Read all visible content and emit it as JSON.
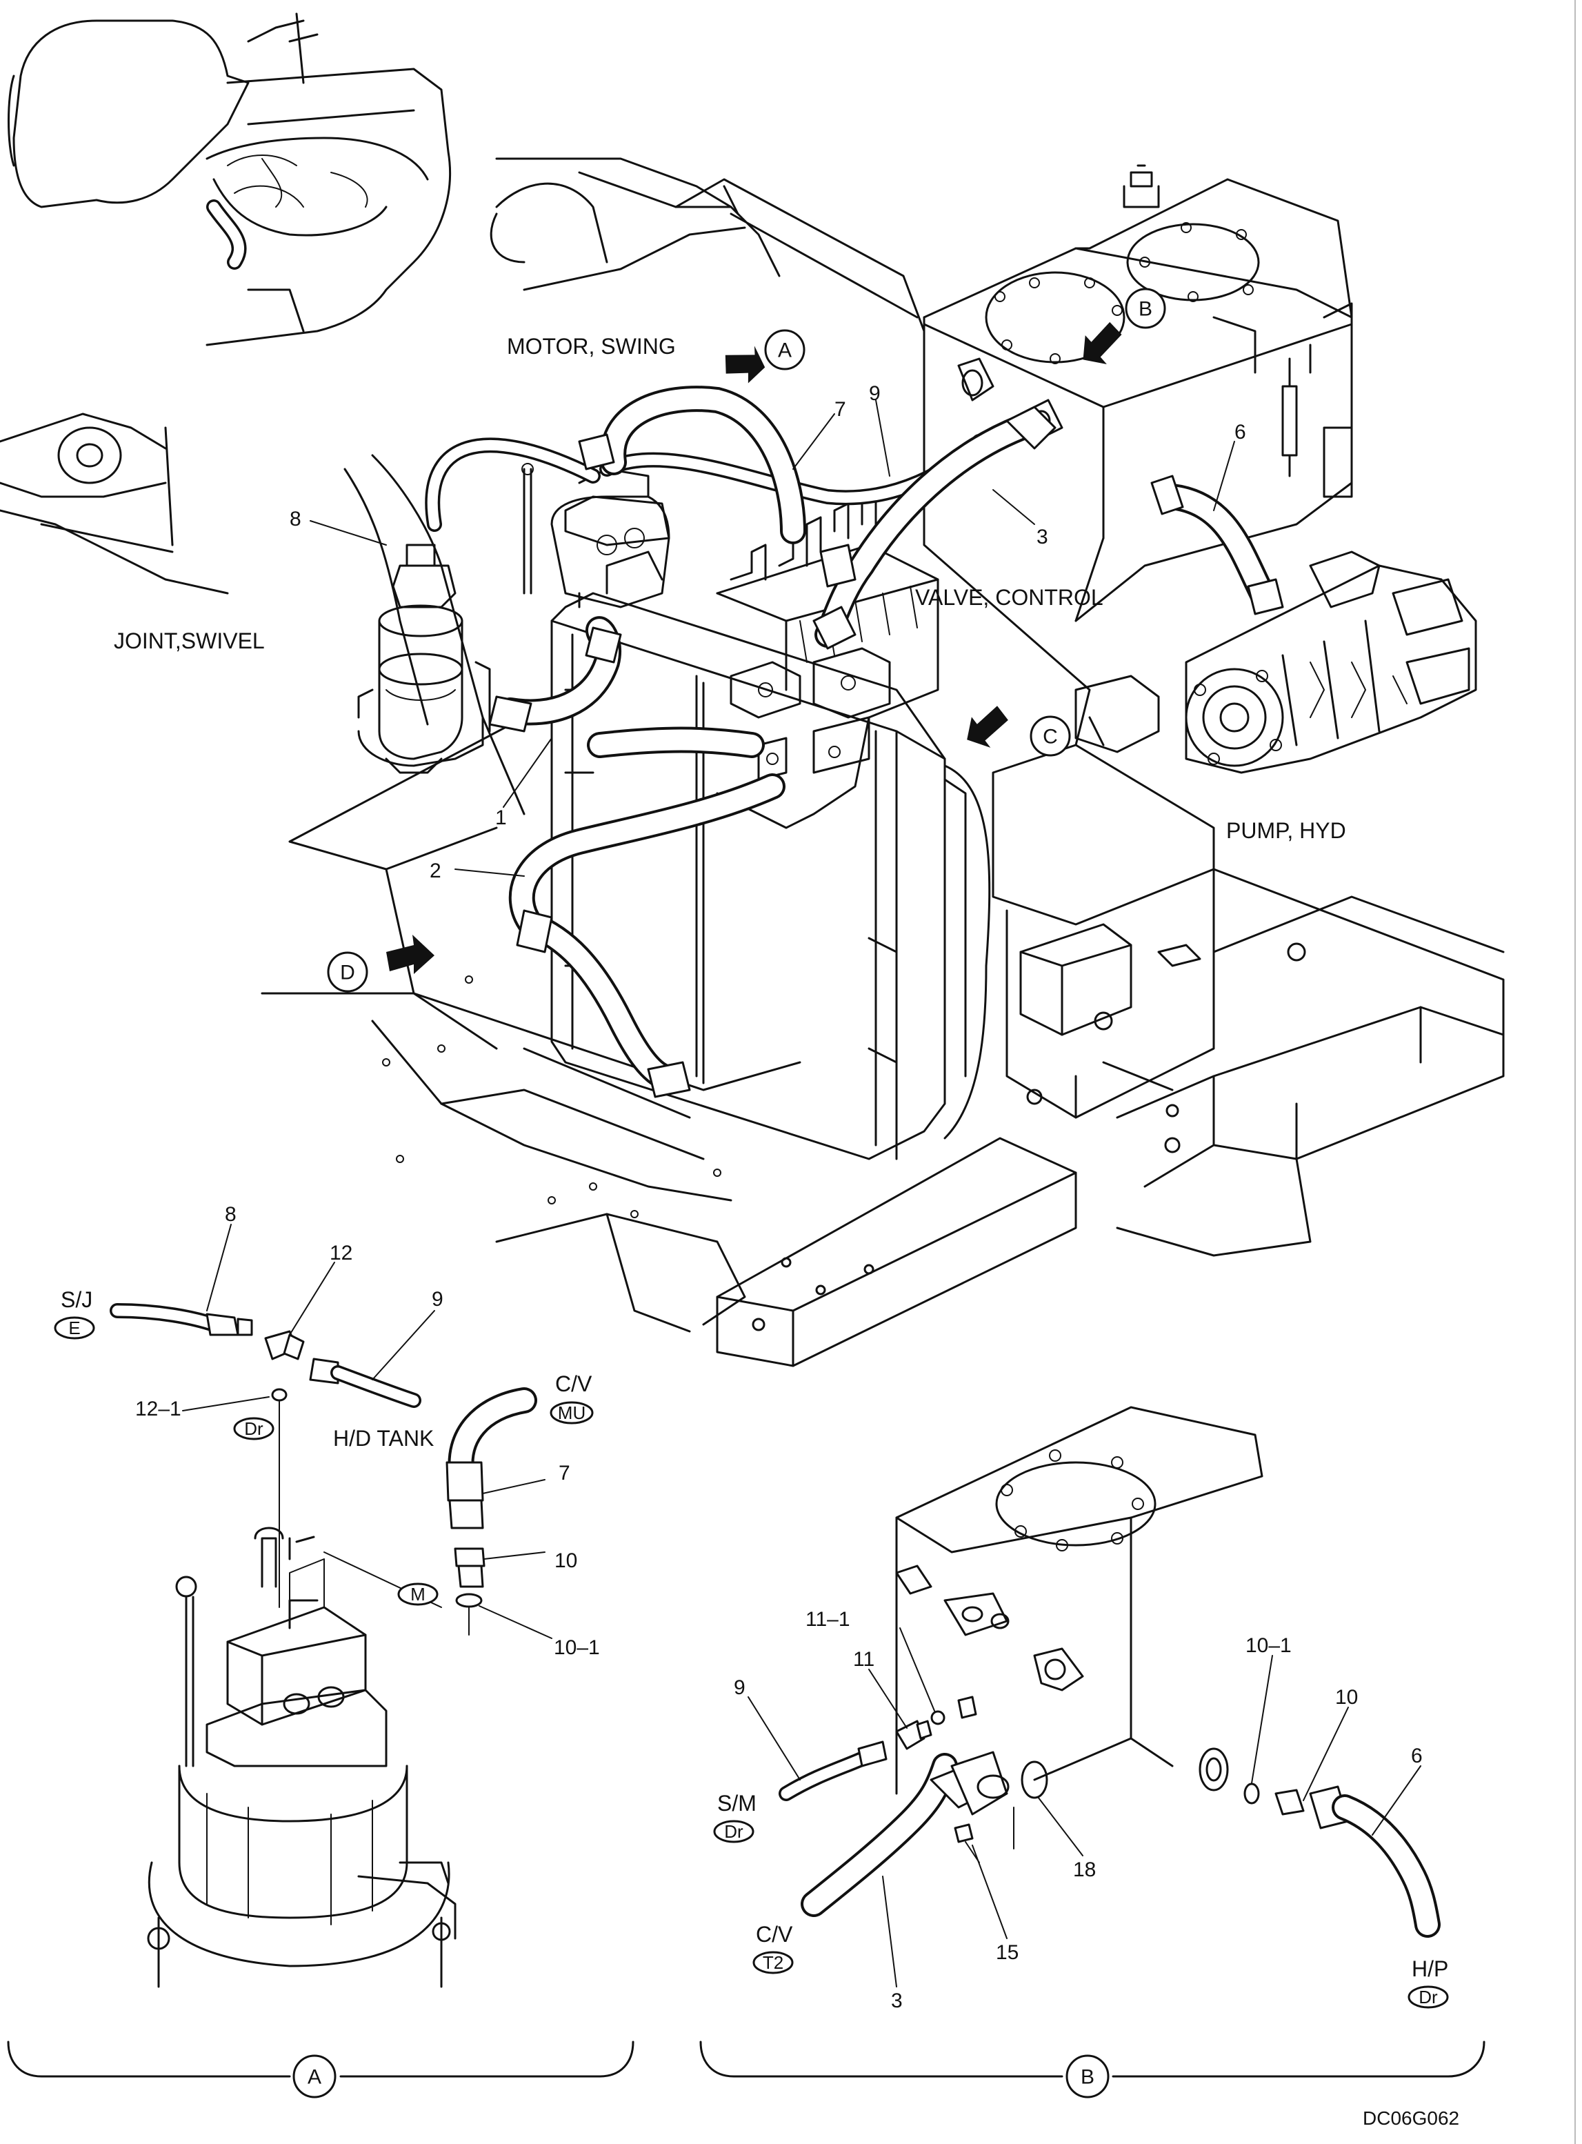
{
  "diagram": {
    "figure_code": "DC06G062",
    "components": {
      "motor_swing": "MOTOR, SWING",
      "joint_swivel": "JOINT,SWIVEL",
      "valve_control": "VALVE, CONTROL",
      "pump_hyd": "PUMP, HYD",
      "hd_tank": "H/D TANK"
    },
    "view_markers": [
      "A",
      "B",
      "C",
      "D"
    ],
    "callouts_main": [
      "8",
      "7",
      "9",
      "3",
      "6",
      "1",
      "2"
    ],
    "detail_a": {
      "marker": "A",
      "callouts": [
        "8",
        "12",
        "9",
        "12–1",
        "7",
        "10",
        "10–1"
      ],
      "port_labels": {
        "sj": "S/J",
        "sj_port": "E",
        "dr": "Dr",
        "cv": "C/V",
        "cv_port": "MU",
        "m": "M"
      }
    },
    "detail_b": {
      "marker": "B",
      "callouts": [
        "11–1",
        "11",
        "9",
        "10–1",
        "10",
        "6",
        "18",
        "15",
        "3"
      ],
      "port_labels": {
        "sm": "S/M",
        "sm_port": "Dr",
        "cv": "C/V",
        "cv_port": "T2",
        "hp": "H/P",
        "hp_port": "Dr"
      }
    }
  }
}
